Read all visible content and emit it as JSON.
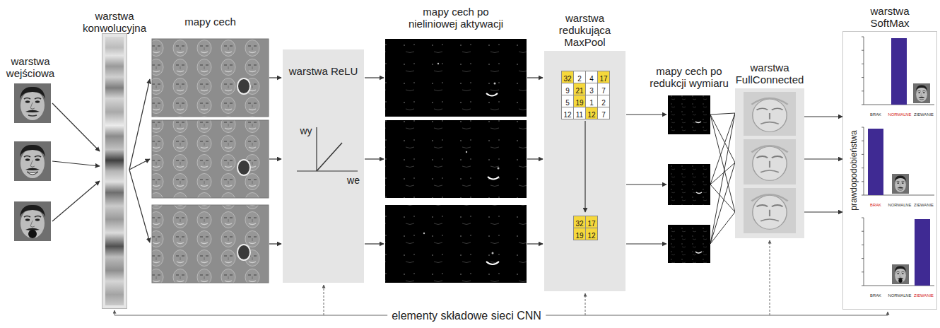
{
  "diagram": {
    "nodes": [
      {
        "text": [
          "warstwa konwolucyjna"
        ]
      },
      {
        "text": [
          "warstwa ReLU"
        ]
      },
      {
        "text": [
          "warstwa redukująca MaxPool"
        ]
      },
      {
        "text": [
          "warstwa FullConnected"
        ]
      },
      {
        "text": [
          "warstwa SoftMax",
          "prawdopodobieństwa"
        ]
      }
    ],
    "edges": [
      {
        "from": 3,
        "to": 4,
        "arrow": "to"
      },
      {
        "from": 3,
        "to": 4,
        "arrow": "to"
      },
      {
        "from": 3,
        "to": 4,
        "arrow": "to"
      }
    ],
    "labels": [
      "warstwa wejściowa",
      "mapy cech",
      "wy",
      "we",
      "mapy cech po nieliniowej aktywacji",
      "32",
      "2",
      "4",
      "17",
      "9",
      "21",
      "3",
      "7",
      "5",
      "19",
      "1",
      "2",
      "12",
      "11",
      "12",
      "7",
      "32",
      "17",
      "19",
      "12",
      "mapy cech po redukcji wymiaru",
      "BRAK",
      "NORMALNE",
      "ZIEWANIE",
      "BRAK",
      "NORMALNE",
      "ZIEWANIE",
      "BRAK",
      "NORMALNE",
      "ZIEWANIE",
      "elementy składowe sieci CNN"
    ]
  }
}
